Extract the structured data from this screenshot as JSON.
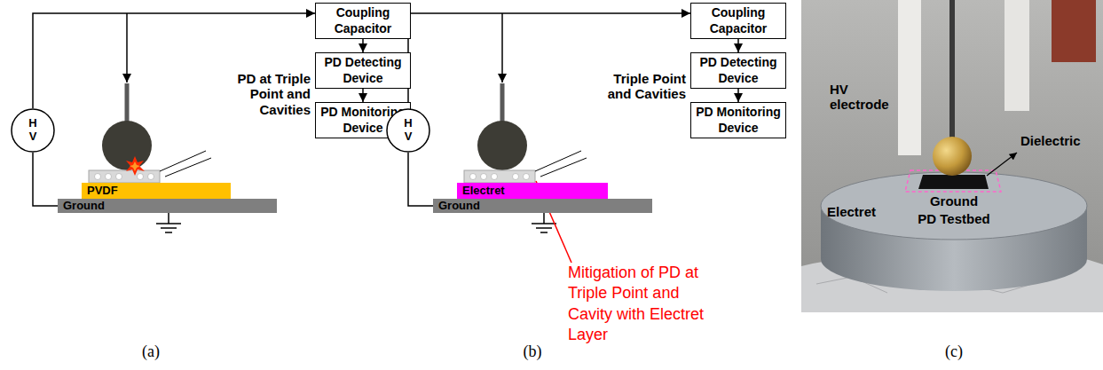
{
  "diagram": {
    "nodes": [
      {
        "text": [
          "H V"
        ]
      },
      {
        "text": [
          "Coupling Capacitor"
        ]
      },
      {
        "text": [
          "PD Detecting Device"
        ]
      },
      {
        "text": [
          "PD Monitoring Device"
        ]
      },
      {
        "text": [
          "PVDF"
        ]
      },
      {
        "text": [
          "Ground"
        ]
      },
      {
        "text": [
          "H V"
        ]
      },
      {
        "text": [
          "Coupling Capacitor"
        ]
      },
      {
        "text": [
          "PD Detecting Device"
        ]
      },
      {
        "text": [
          "PD Monitoring Device"
        ]
      },
      {
        "text": [
          "Electret"
        ]
      },
      {
        "text": [
          "Ground"
        ]
      }
    ],
    "edges": [
      {
        "from": 0,
        "to": 1,
        "arrow": "to"
      },
      {
        "from": 1,
        "to": 2,
        "arrow": "to"
      },
      {
        "from": 2,
        "to": 3,
        "arrow": "to"
      },
      {
        "from": 0,
        "to": 5,
        "arrow": "none"
      },
      {
        "from": 6,
        "to": 7,
        "arrow": "to"
      },
      {
        "from": 7,
        "to": 8,
        "arrow": "to"
      },
      {
        "from": 8,
        "to": 9,
        "arrow": "to"
      },
      {
        "from": 6,
        "to": 11,
        "arrow": "none"
      }
    ],
    "labels": [
      "PD at Triple Point and Cavities",
      "(a)",
      "Triple Point and Cavities",
      "Mitigation of PD at Triple Point and Cavity with Electret Layer",
      "(b)",
      "HV electrode",
      "Dielectric",
      "Electret",
      "Ground",
      "PD Testbed",
      "(c)"
    ]
  }
}
